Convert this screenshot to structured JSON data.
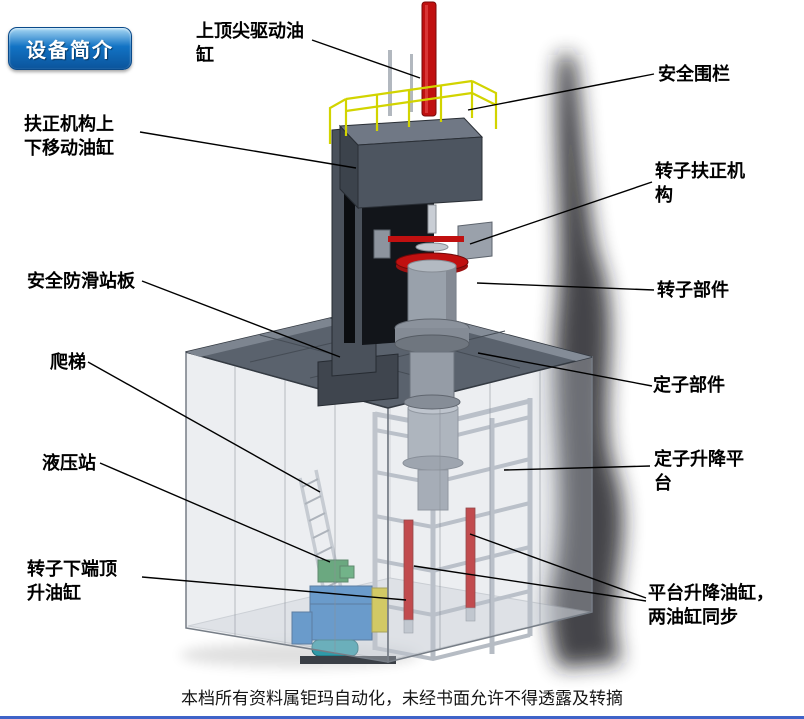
{
  "slide": {
    "title_badge": "设备简介",
    "footer": "本档所有资料属钜玛自动化，未经书面允许不得透露及转摘"
  },
  "labels": [
    {
      "id": "top-drive-cylinder",
      "text": "上顶尖驱动油缸"
    },
    {
      "id": "safety-fence",
      "text": "安全围栏"
    },
    {
      "id": "centering-updown-cylinder",
      "text": "扶正机构上下移动油缸"
    },
    {
      "id": "rotor-centering-mechanism",
      "text": "转子扶正机构"
    },
    {
      "id": "anti-slip-platform",
      "text": "安全防滑站板"
    },
    {
      "id": "rotor-component",
      "text": "转子部件"
    },
    {
      "id": "ladder",
      "text": "爬梯"
    },
    {
      "id": "stator-component",
      "text": "定子部件"
    },
    {
      "id": "hydraulic-station",
      "text": "液压站"
    },
    {
      "id": "stator-lift-platform",
      "text": "定子升降平台"
    },
    {
      "id": "rotor-bottom-jack-cylinder",
      "text": "转子下端顶升油缸"
    },
    {
      "id": "platform-lift-cylinders",
      "text": "平台升降油缸，两油缸同步"
    }
  ],
  "colors": {
    "badge_blue": "#1273c4",
    "cylinder_red": "#c01010",
    "railing_yellow": "#d2d400",
    "hydraulic_blue": "#2e7ac2",
    "rule_blue": "#3f63c8",
    "leader_black": "#000000"
  }
}
